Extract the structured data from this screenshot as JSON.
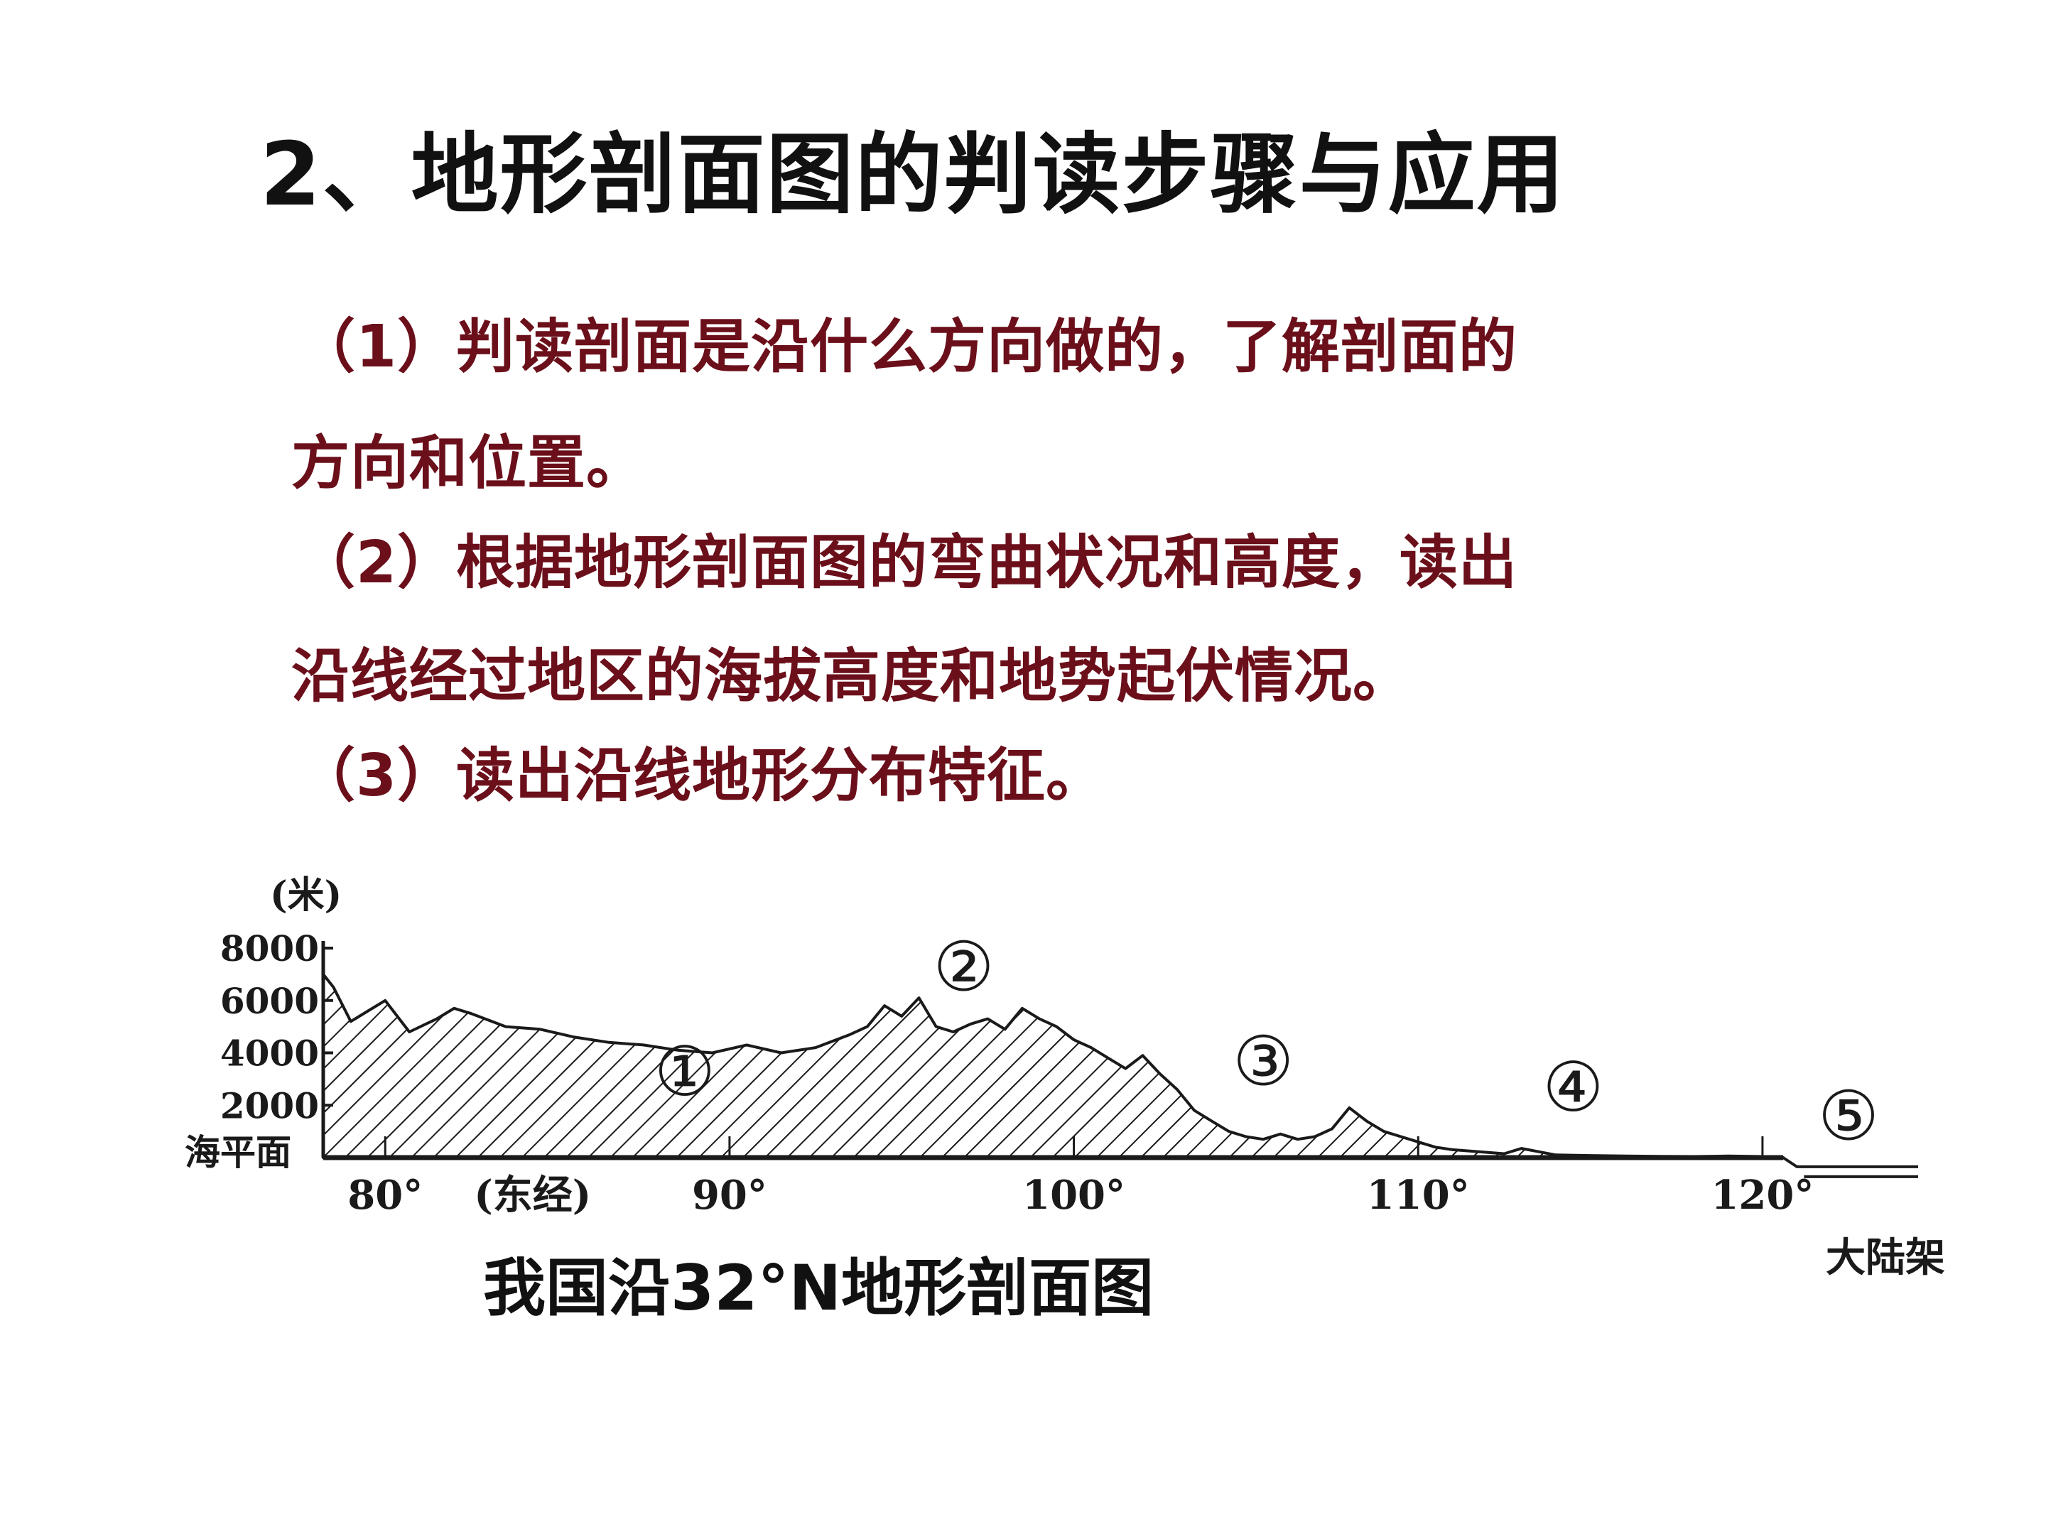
{
  "slide": {
    "title": "2、地形剖面图的判读步骤与应用",
    "lines": [
      "（1）判读剖面是沿什么方向做的，了解剖面的",
      "方向和位置。",
      "（2）根据地形剖面图的弯曲状况和高度，读出",
      "沿线经过地区的海拔高度和地势起伏情况。",
      "（3）读出沿线地形分布特征。"
    ],
    "colors": {
      "title": "#111111",
      "body": "#6b0f1a",
      "figure_ink": "#1a1a1a"
    }
  },
  "figure": {
    "caption": "我国沿32°N地形剖面图",
    "y_unit": "(米)",
    "sea_level_label": "海平面",
    "lon_unit": "(东经)",
    "shelf_label": "大陆架",
    "markers": [
      "①",
      "②",
      "③",
      "④",
      "⑤"
    ]
  },
  "chart_data": {
    "type": "area",
    "x_unit": "°E",
    "y_unit": "米",
    "ylim": [
      0,
      8000
    ],
    "y_ticks": [
      "8000",
      "6000",
      "4000",
      "2000"
    ],
    "x_ticks": [
      "80°",
      "90°",
      "100°",
      "110°",
      "120°"
    ],
    "x_tick_values": [
      80,
      90,
      100,
      110,
      120
    ],
    "profile": {
      "x": [
        78.2,
        78.5,
        79.0,
        79.5,
        80.0,
        80.7,
        81.5,
        82.0,
        82.5,
        83.5,
        84.5,
        85.5,
        86.5,
        87.5,
        88.5,
        89.5,
        90.5,
        91.5,
        92.5,
        93.5,
        94.0,
        94.5,
        95.0,
        95.5,
        96.0,
        96.5,
        97.0,
        97.5,
        98.0,
        98.5,
        99.0,
        99.5,
        100.0,
        100.5,
        101.0,
        101.5,
        102.0,
        102.5,
        103.0,
        103.5,
        104.0,
        104.5,
        105.0,
        105.5,
        106.0,
        106.5,
        107.0,
        107.5,
        108.0,
        108.5,
        109.0,
        109.5,
        110.0,
        110.5,
        111.0,
        111.5,
        112.0,
        112.5,
        113.0,
        114.0,
        115.0,
        116.0,
        117.0,
        118.0,
        119.0,
        120.0,
        120.6
      ],
      "y": [
        7000,
        6500,
        5200,
        5600,
        6000,
        4800,
        5300,
        5700,
        5500,
        5000,
        4900,
        4600,
        4400,
        4300,
        4100,
        4000,
        4300,
        4000,
        4200,
        4700,
        5000,
        5800,
        5400,
        6100,
        5000,
        4800,
        5100,
        5300,
        4900,
        5700,
        5300,
        5000,
        4500,
        4200,
        3800,
        3400,
        3900,
        3200,
        2600,
        1800,
        1400,
        1000,
        800,
        700,
        900,
        700,
        800,
        1100,
        1900,
        1400,
        1000,
        800,
        600,
        400,
        300,
        250,
        200,
        150,
        350,
        100,
        80,
        60,
        50,
        40,
        60,
        40,
        0
      ]
    },
    "shelf": {
      "x": [
        120.6,
        121.0,
        122.0,
        123.0,
        124.0,
        125.0
      ],
      "y": [
        0,
        -350,
        -350,
        -350,
        -350,
        -350
      ]
    },
    "grid": false,
    "legend": "none"
  }
}
